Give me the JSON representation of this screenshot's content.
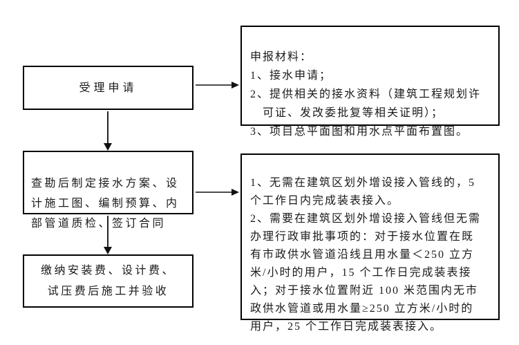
{
  "colors": {
    "background": "#ffffff",
    "box_border": "#000000",
    "text": "#1a1a1a",
    "arrow": "#333333"
  },
  "diagram": {
    "steps": [
      {
        "name": "accept-application",
        "label": "受理申请"
      },
      {
        "name": "survey-and-plan",
        "label": "查勘后制定接水方案、设\n计施工图、编制预算、内\n部管道质检、签订合同"
      },
      {
        "name": "pay-fees-construct-accept",
        "label": "缴纳安装费、设计费、\n试压费后施工并验收"
      }
    ],
    "notes": [
      {
        "name": "application-materials",
        "text": "申报材料：\n1、接水申请；\n2、提供相关的接水资料（建筑工程规划许\n　可证、发改委批复等相关证明）；\n3、项目总平面图和用水点平面布置图。"
      },
      {
        "name": "timeline-details",
        "text": "1、无需在建筑区划外增设接入管线的，5\n个工作日内完成装表接入。\n2、需要在建筑区划外增设接入管线但无需\n办理行政审批事项的：对于接水位置在既\n有市政供水管道沿线且用水量＜250 立方\n米/小时的用户，15 个工作日完成装表接\n入；对于接水位置附近 100 米范围内无市\n政供水管道或用水量≥250 立方米/小时的\n用户，25 个工作日完成装表接入。"
      }
    ]
  }
}
